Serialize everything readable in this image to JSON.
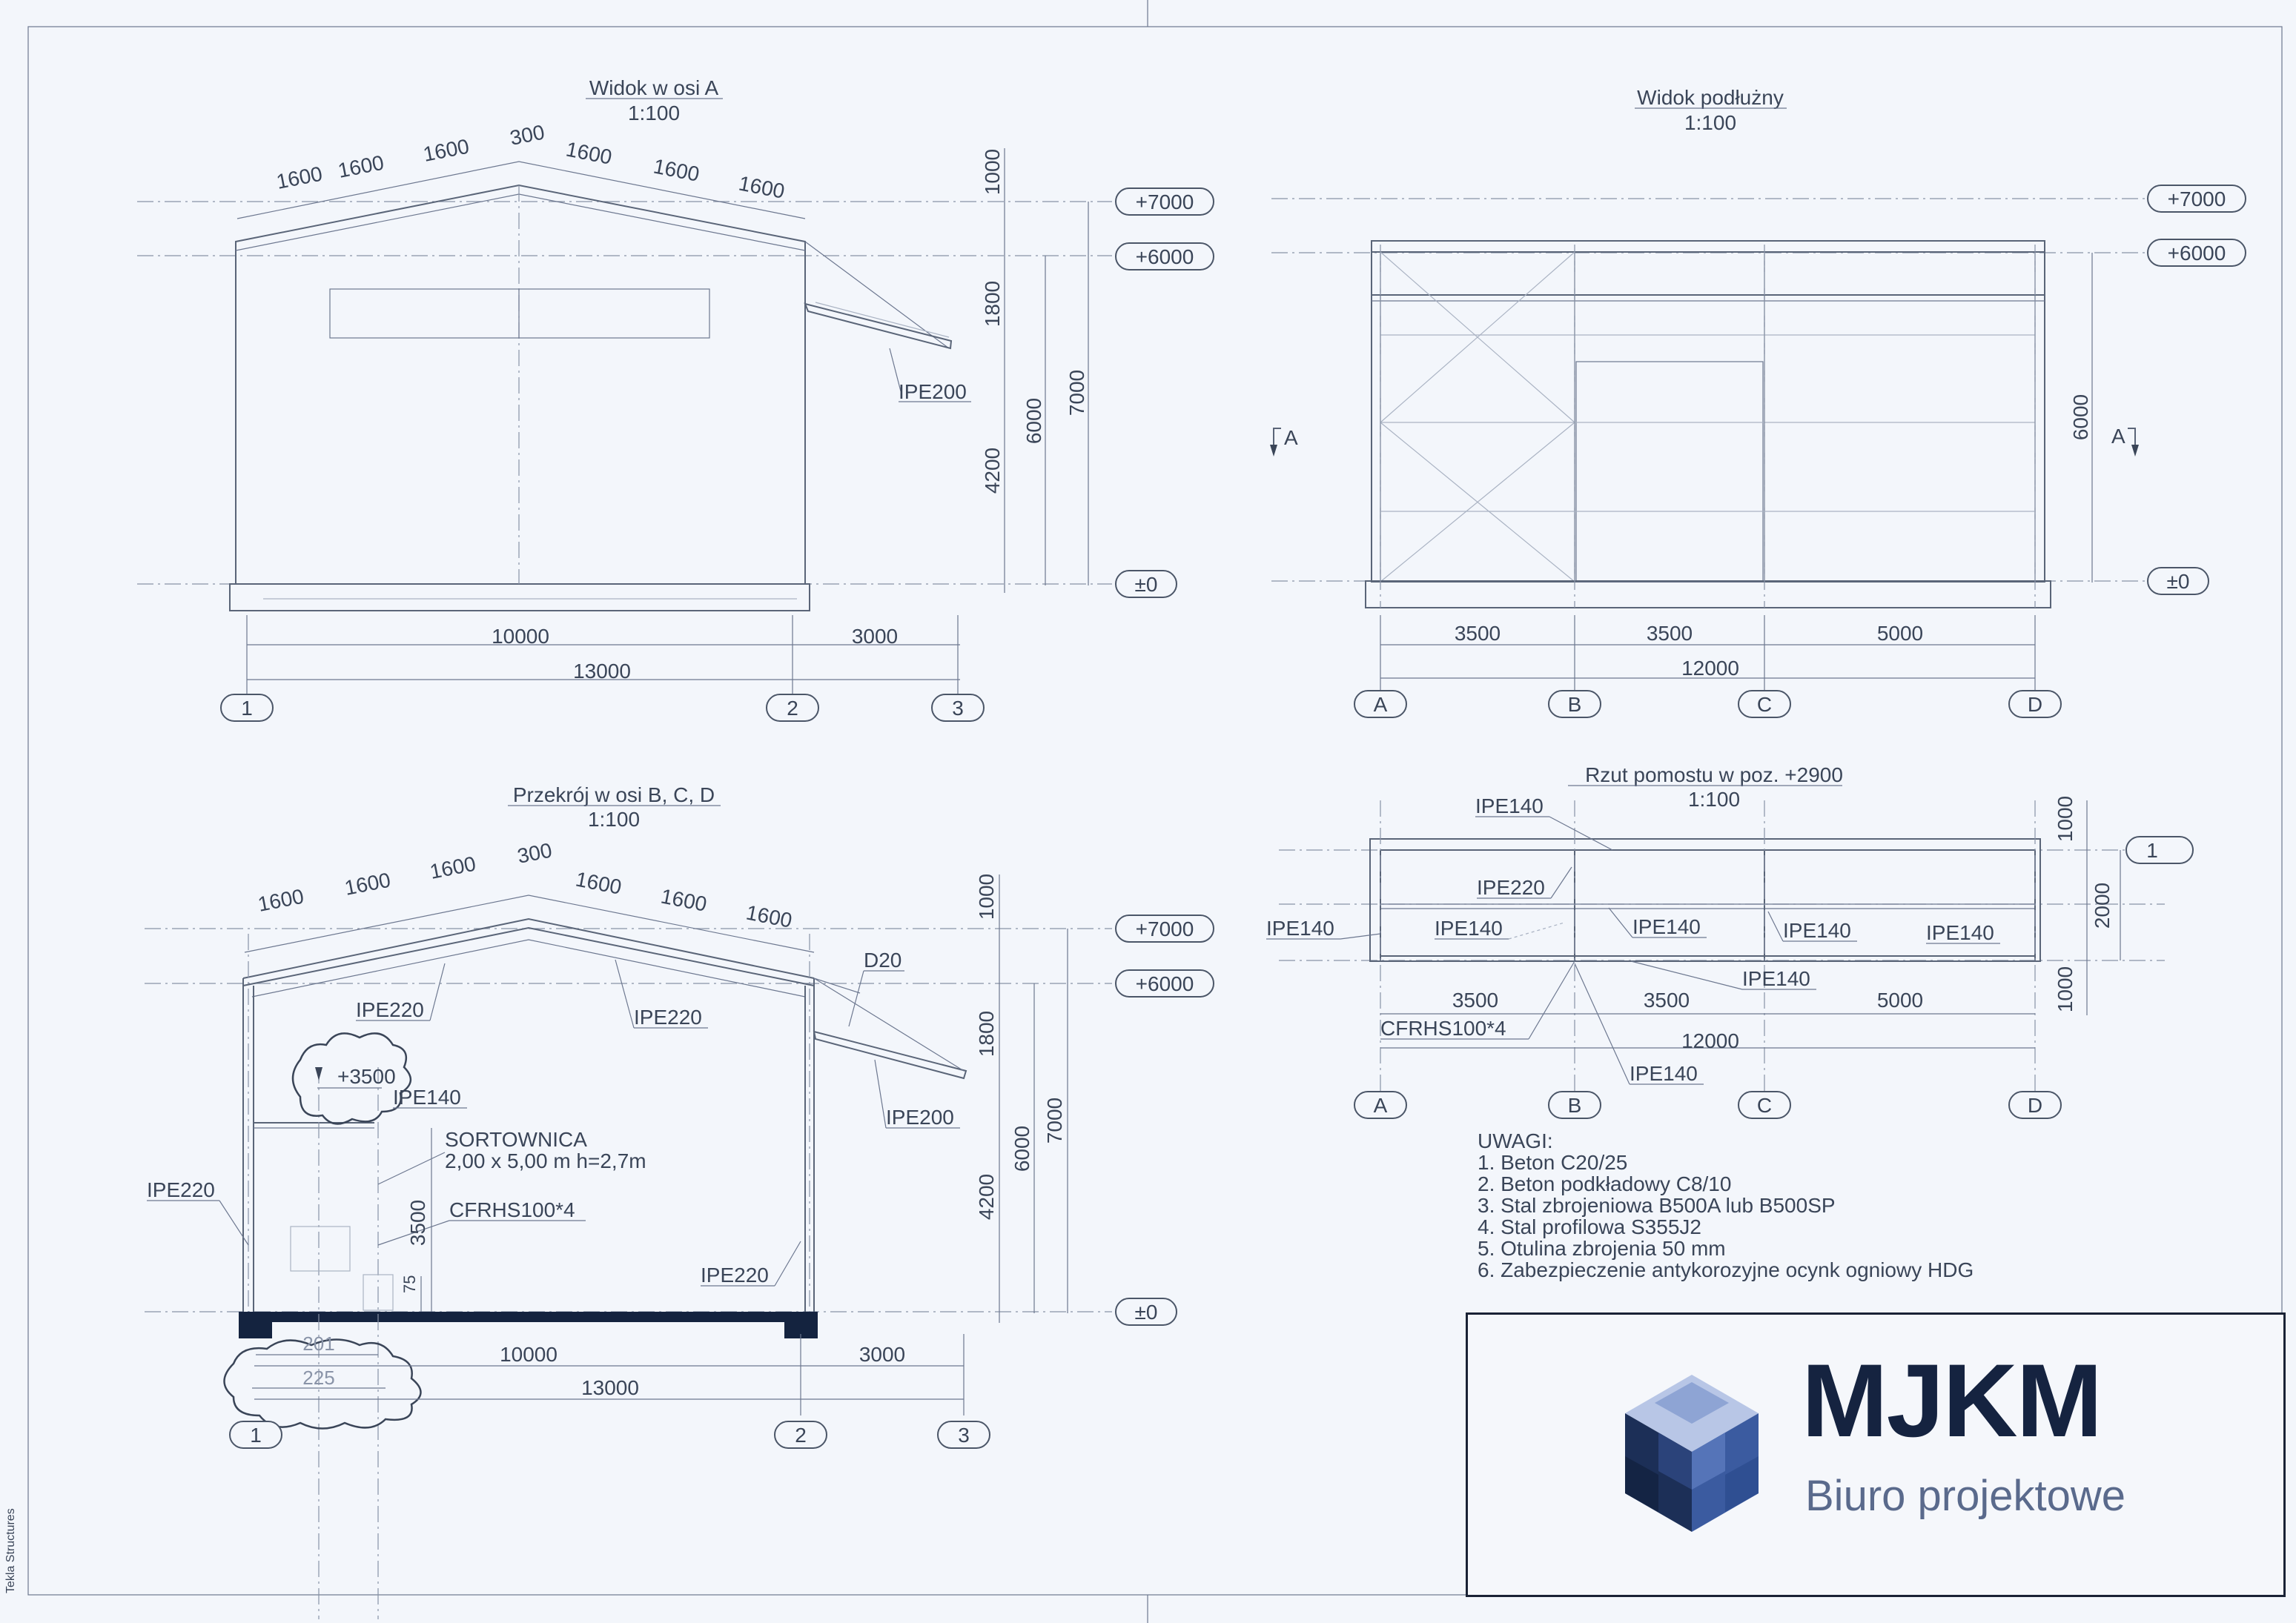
{
  "views": {
    "elev_a": {
      "title": "Widok w osi A",
      "scale": "1:100"
    },
    "elev_long": {
      "title": "Widok podłużny",
      "scale": "1:100"
    },
    "section": {
      "title": "Przekrój w osi B, C, D",
      "scale": "1:100"
    },
    "platform": {
      "title": "Rzut pomostu w poz. +2900",
      "scale": "1:100"
    }
  },
  "levels": {
    "top": "+7000",
    "eave": "+6000",
    "zero": "±0",
    "platform": "+3500"
  },
  "roof_dims": [
    "1600",
    "1600",
    "1600",
    "300",
    "1600",
    "1600",
    "1600"
  ],
  "dims": {
    "d1000": "1000",
    "d1800": "1800",
    "d4200": "4200",
    "d6000": "6000",
    "d7000": "7000",
    "d10000": "10000",
    "d3000": "3000",
    "d13000": "13000",
    "d3500": "3500",
    "d5000": "5000",
    "d12000": "12000",
    "d2000": "2000",
    "d201": "201",
    "d225": "225",
    "d75": "75"
  },
  "axes": {
    "n1": "1",
    "n2": "2",
    "n3": "3",
    "a": "A",
    "b": "B",
    "c": "C",
    "d": "D"
  },
  "section_marker": "A",
  "profiles": {
    "ipe200": "IPE200",
    "ipe220": "IPE220",
    "ipe140": "IPE140",
    "d20": "D20",
    "cfrhs": "CFRHS100*4",
    "cfrhs_plan": "CFRHS100*4"
  },
  "sorter": {
    "name": "SORTOWNICA",
    "size": "2,00 x 5,00 m h=2,7m"
  },
  "notes": {
    "heading": "UWAGI:",
    "items": [
      "1. Beton C20/25",
      "2. Beton podkładowy C8/10",
      "3. Stal zbrojeniowa B500A lub B500SP",
      "4. Stal profilowa S355J2",
      "5. Otulina zbrojenia 50 mm",
      "6. Zabezpieczenie antykorozyjne ocynk ogniowy HDG"
    ]
  },
  "title_block": {
    "brand": "MJKM",
    "subtitle": "Biuro projektowe"
  },
  "software": "Tekla Structures",
  "colors": {
    "ink": "#3a4558",
    "brand": "#152340",
    "logo_dark": "#1c2f57",
    "logo_light": "#b8c6e6"
  }
}
